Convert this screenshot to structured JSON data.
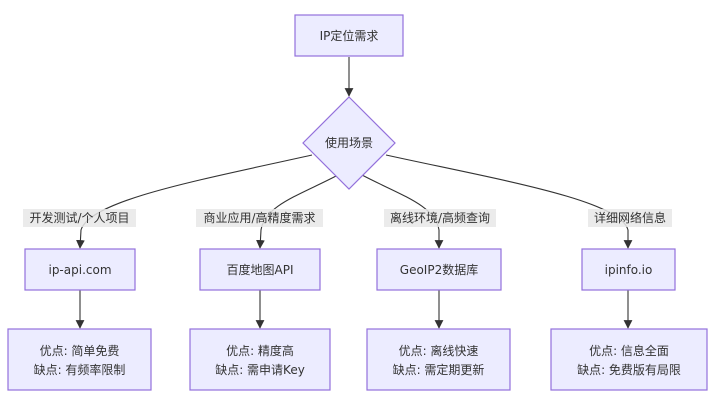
{
  "diagram": {
    "type": "flowchart",
    "root": {
      "label": "IP定位需求"
    },
    "decision": {
      "label": "使用场景"
    },
    "branches": [
      {
        "condition": "开发测试/个人项目",
        "service": "ip-api.com",
        "pros": "优点: 简单免费",
        "cons": "缺点: 有频率限制"
      },
      {
        "condition": "商业应用/高精度需求",
        "service": "百度地图API",
        "pros": "优点: 精度高",
        "cons": "缺点: 需申请Key"
      },
      {
        "condition": "离线环境/高频查询",
        "service": "GeoIP2数据库",
        "pros": "优点: 离线快速",
        "cons": "缺点: 需定期更新"
      },
      {
        "condition": "详细网络信息",
        "service": "ipinfo.io",
        "pros": "优点: 信息全面",
        "cons": "缺点: 免费版有局限"
      }
    ],
    "colors": {
      "node_fill": "#ECECFF",
      "node_stroke": "#9370DB",
      "edge": "#333333",
      "label_bg": "#E8E8E8",
      "text": "#333333"
    }
  }
}
